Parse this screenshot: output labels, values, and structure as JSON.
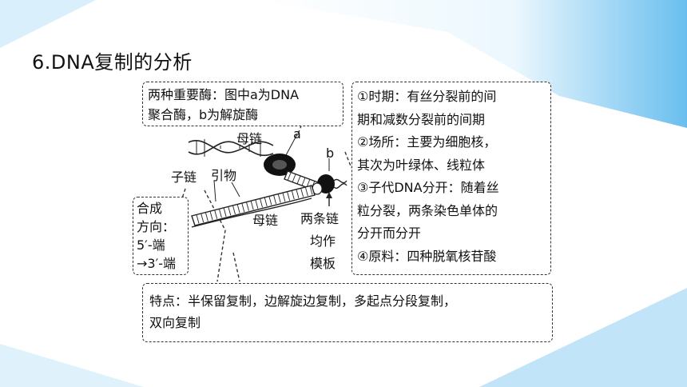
{
  "slide": {
    "title": "6.DNA复制的分析",
    "colors": {
      "accent_blue": "#4fb3ec",
      "light_blue": "#bfe6fa"
    }
  },
  "diagram": {
    "enzyme_box": [
      "两种重要酶：图中a为DNA",
      "聚合酶，b为解旋酶"
    ],
    "info_box": [
      "①时期：有丝分裂前的间",
      "期和减数分裂前的间期",
      "②场所：主要为细胞核，",
      "其次为叶绿体、线粒体",
      "③子代DNA分开：随着丝",
      "粒分裂，两条染色单体的",
      "分开而分开",
      "④原料：四种脱氧核苷酸"
    ],
    "direction_box": [
      "合成",
      "方向：",
      "5′-端",
      "→3′-端"
    ],
    "feature_box": [
      "特点：半保留复制，边解旋边复制，多起点分段复制，",
      "双向复制"
    ],
    "labels": {
      "parent_strand_top": "母链",
      "enzyme_a": "a",
      "enzyme_b": "b",
      "child_strand": "子链",
      "primer": "引物",
      "parent_strand_bottom": "母链",
      "template": [
        "两条链",
        "均作",
        "模板"
      ]
    }
  }
}
